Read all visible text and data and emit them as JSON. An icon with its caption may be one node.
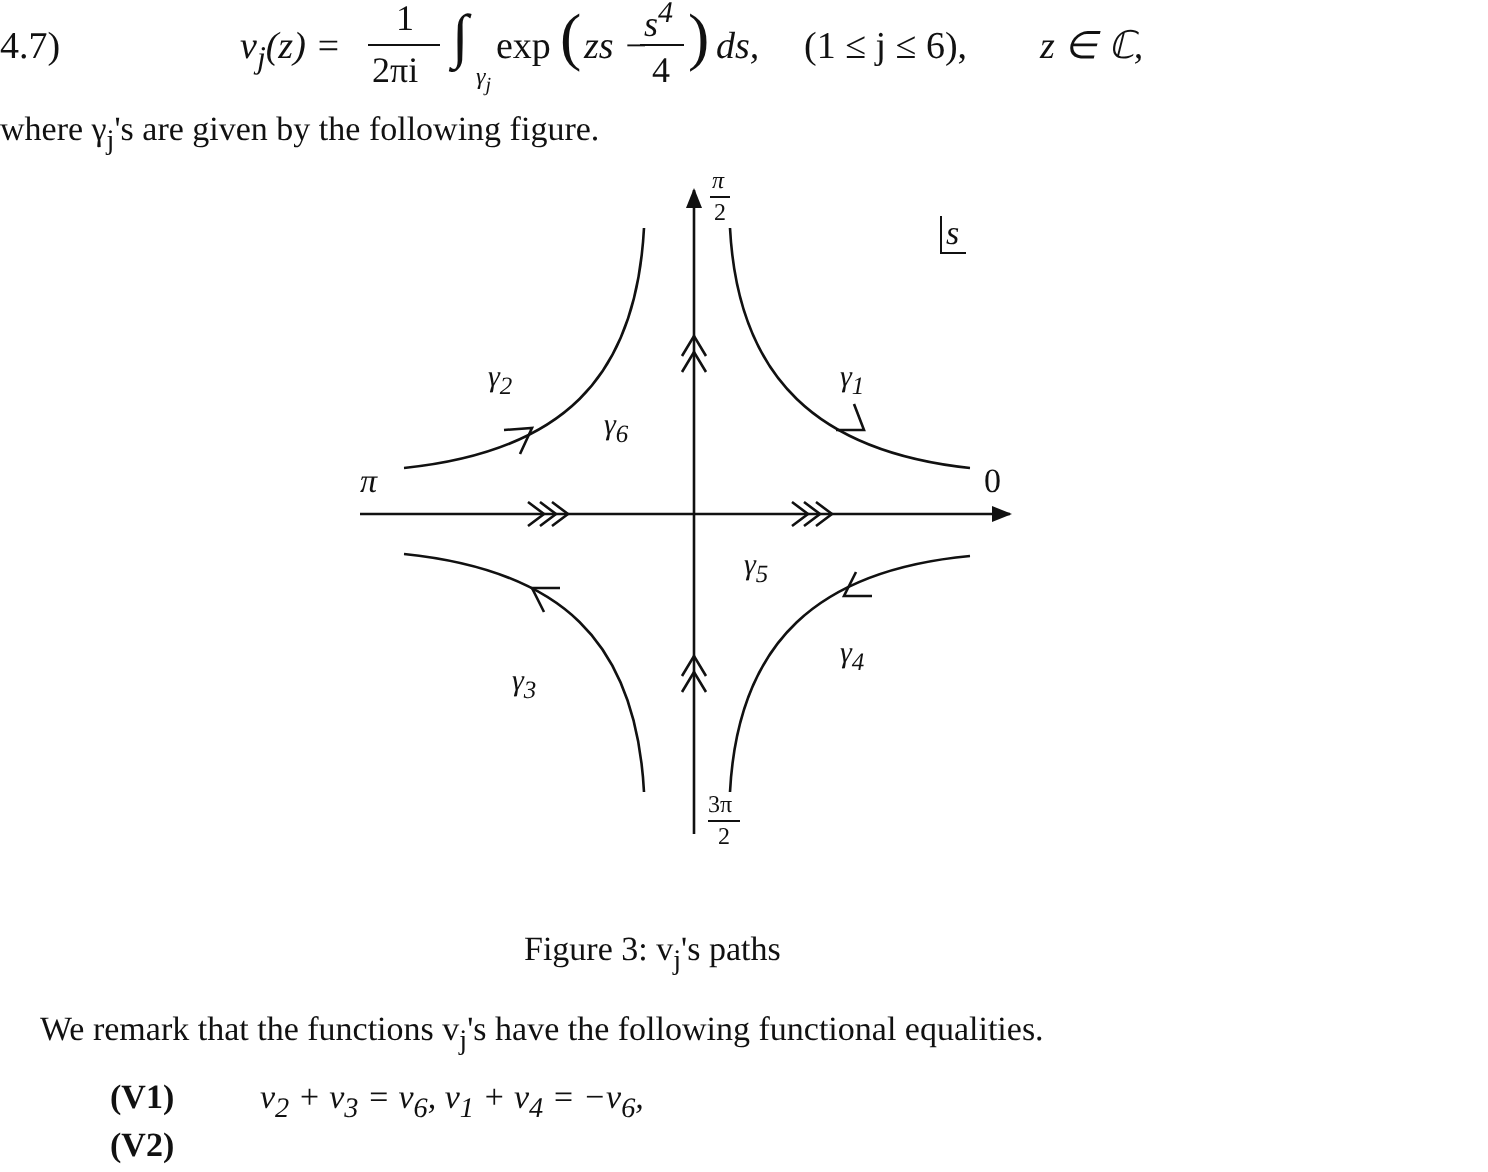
{
  "diagram": {
    "caption": "Figure 3: v$_{j}$'s paths",
    "labels": [
      "4.7)",
      "v$_{j}$(z) =",
      "1",
      "2πi",
      "∫",
      "γ$_{j}$",
      "exp",
      "(",
      "zs −",
      "s$^{4}$",
      "4",
      ")",
      "ds,",
      "(1 ≤ j ≤ 6),",
      "z ∈ ℂ,",
      "where γ$_{j}$'s are given by the following figure.",
      "π",
      "2",
      "s",
      "γ$_{2}$",
      "γ$_{1}$",
      "γ$_{6}$",
      "π",
      "0",
      "γ$_{5}$",
      "γ$_{3}$",
      "γ$_{4}$",
      "3π",
      "2",
      "We remark that the functions v$_{j}$'s have the following functional equalities.",
      "(V1)",
      "v$_{2}$ + v$_{3}$ = v$_{6}$,   v$_{1}$ + v$_{4}$ = −v$_{6}$,",
      "(V2)"
    ]
  }
}
